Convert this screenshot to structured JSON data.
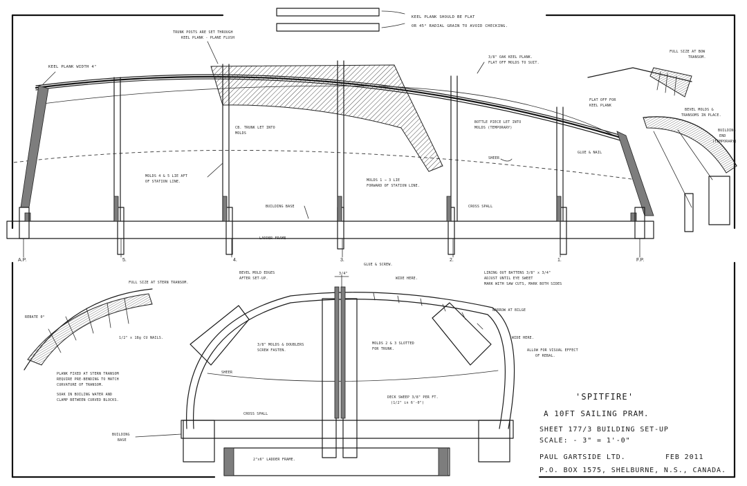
{
  "notes": {
    "keel_plank_flat": "KEEL PLANK SHOULD BE FLAT",
    "keel_plank_grain": "OR 45° RADIAL GRAIN TO AVOID CHECKING.",
    "trunk_posts": "TRUNK POSTS ARE SET THROUGH",
    "trunk_posts_2": "KEEL PLANK - PLANE FLUSH",
    "keel_plank_width": "KEEL PLANK WIDTH 4\"",
    "oak_keel_plank": "3/8\" OAK KEEL PLANK.",
    "oak_keel_plank_2": "FLAT OFF MOLDS TO SUIT.",
    "full_size_bow": "FULL SIZE AT BOW",
    "full_size_bow_2": "TRANSOM.",
    "flat_off_keel": "FLAT OFF FOR",
    "flat_off_keel_2": "KEEL PLANK",
    "bevel_molds": "BEVEL MOLDS &",
    "bevel_molds_2": "TRANSOMS IN PLACE.",
    "building_end": "BUILDING",
    "building_end_2": "END",
    "building_end_3": "(TEMPORARY)",
    "cb_trunk": "CB. TRUNK LET INTO",
    "cb_trunk_2": "MOLDS",
    "bottle_piece": "BOTTLE PIECE LET INTO",
    "bottle_piece_2": "MOLDS (TEMPORARY)",
    "glue_nail": "GLUE & NAIL",
    "sheer": "SHEER",
    "molds_45": "MOLDS 4 & 5 LIE AFT",
    "molds_45_2": "OF STATION LINE.",
    "molds_13": "MOLDS 1 → 3 LIE",
    "molds_13_2": "FORWARD OF STATION LINE.",
    "building_base": "BUILDING BASE",
    "cross_spall": "CROSS SPALL",
    "ladder_frame": "LADDER FRAME",
    "full_size_stern": "FULL SIZE AT STERN TRANSOM.",
    "rebate": "REBATE 0°",
    "nails": "1/2\" x 18g CU NAILS.",
    "plank_fixed_1": "PLANK FIXED AT STERN TRANSOM",
    "plank_fixed_2": "REQUIRE PRE-BENDING TO MATCH",
    "plank_fixed_3": "CURVATURE OF TRANSOM.",
    "soak_1": "SOAK IN BOILING WATER AND",
    "soak_2": "CLAMP BETWEEN CURVED BLOCKS.",
    "bevel_mold_edges": "BEVEL MOLD EDGES",
    "bevel_mold_edges_2": "AFTER SET-UP.",
    "glue_screw": "GLUE & SCREW.",
    "wide_here": "WIDE HERE.",
    "lining_out_1": "LINING OUT BATTENS 3/8\" x 3/4\"",
    "lining_out_2": "ADJUST UNTIL EYE SWEET",
    "lining_out_3": "MARK WITH SAW CUTS, MARK BOTH SIDES",
    "narrow_bilge": "NARROW AT BILGE",
    "wide_here_2": "WIDE HERE.",
    "allow_visual": "ALLOW FOR VISUAL EFFECT",
    "allow_visual_2": "OF REBAL.",
    "molds_doublers": "3/8\" MOLDS & DOUBLERS",
    "molds_doublers_2": "SCREW FASTEN.",
    "molds_slotted": "MOLDS 2 & 3 SLOTTED",
    "molds_slotted_2": "FOR TRUNK.",
    "sheer_section": "SHEER",
    "deck_sweep": "DECK SWEEP 3/8\" PER FT.",
    "deck_sweep_2": "(1/2\" in 6'-0\")",
    "cross_spall_2": "CROSS SPALL",
    "building_base_2": "BUILDING",
    "building_base_3": "BASE",
    "ladder_frame_2": "2\"x6\" LADDER FRAME.",
    "dim_slot": "3/4\""
  },
  "stations": {
    "ap": "A.P.",
    "s5": "5.",
    "s4": "4.",
    "s3": "3.",
    "s2": "2.",
    "s1": "1.",
    "fp": "F.P."
  },
  "title_block": {
    "name": "'SPITFIRE'",
    "subtitle": "A 10FT SAILING PRAM.",
    "sheet": "SHEET 177/3 BUILDING SET-UP",
    "scale": "SCALE: - 3\" = 1'-0\"",
    "company": "PAUL GARTSIDE LTD.",
    "date": "FEB 2011",
    "address": "P.O. BOX 1575, SHELBURNE, N.S., CANADA."
  }
}
